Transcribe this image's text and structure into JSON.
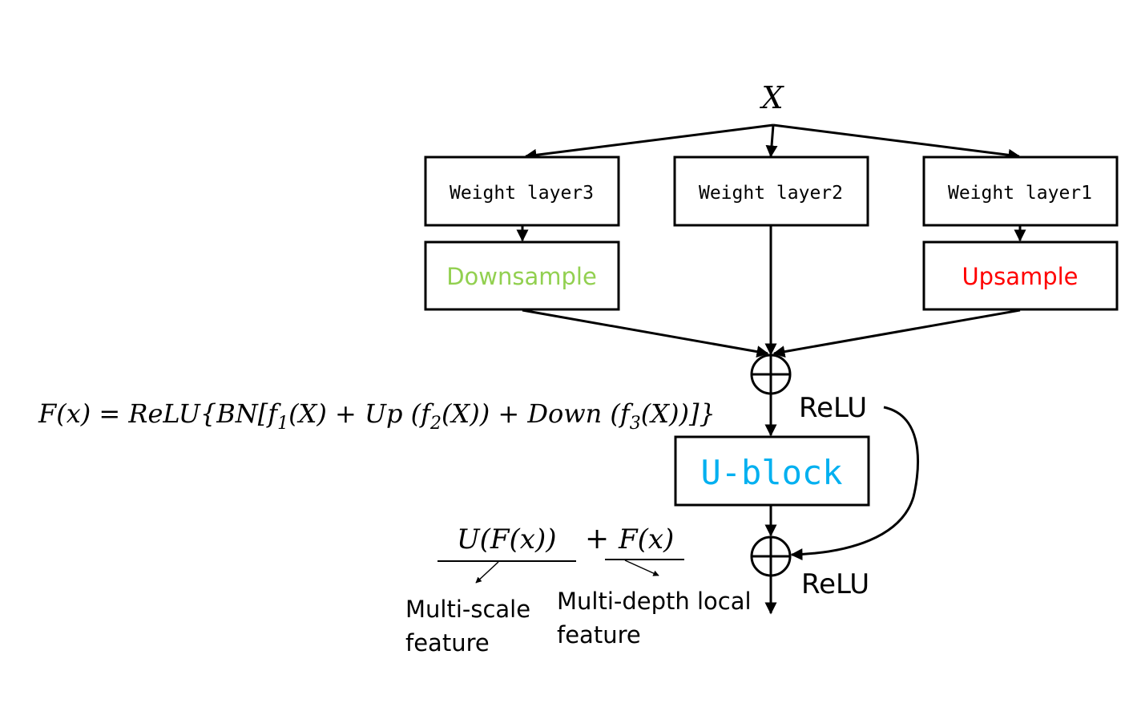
{
  "diagram": {
    "input_label": "X",
    "weight_layers": [
      "Weight layer3",
      "Weight layer2",
      "Weight layer1"
    ],
    "downsample": {
      "label": "Downsample",
      "color": "#92d050"
    },
    "upsample": {
      "label": "Upsample",
      "color": "#ff0000"
    },
    "ublock": {
      "label": "U-block",
      "color": "#00b0f0"
    },
    "relu_labels": [
      "ReLU",
      "ReLU"
    ],
    "formula": {
      "fx": "F(x) = ReLU{BN[f",
      "sub1": "1",
      "part2": "(X) + Up (f",
      "sub2": "2",
      "part3": "(X)) + Down (f",
      "sub3": "3",
      "part4": "(X))]}"
    },
    "output_formula": {
      "term1": "U(F(x))",
      "plus": "+",
      "term2": "F(x)"
    },
    "annotations": {
      "multi_scale": [
        "Multi-scale",
        "feature"
      ],
      "multi_depth": [
        "Multi-depth local",
        "feature"
      ]
    }
  }
}
